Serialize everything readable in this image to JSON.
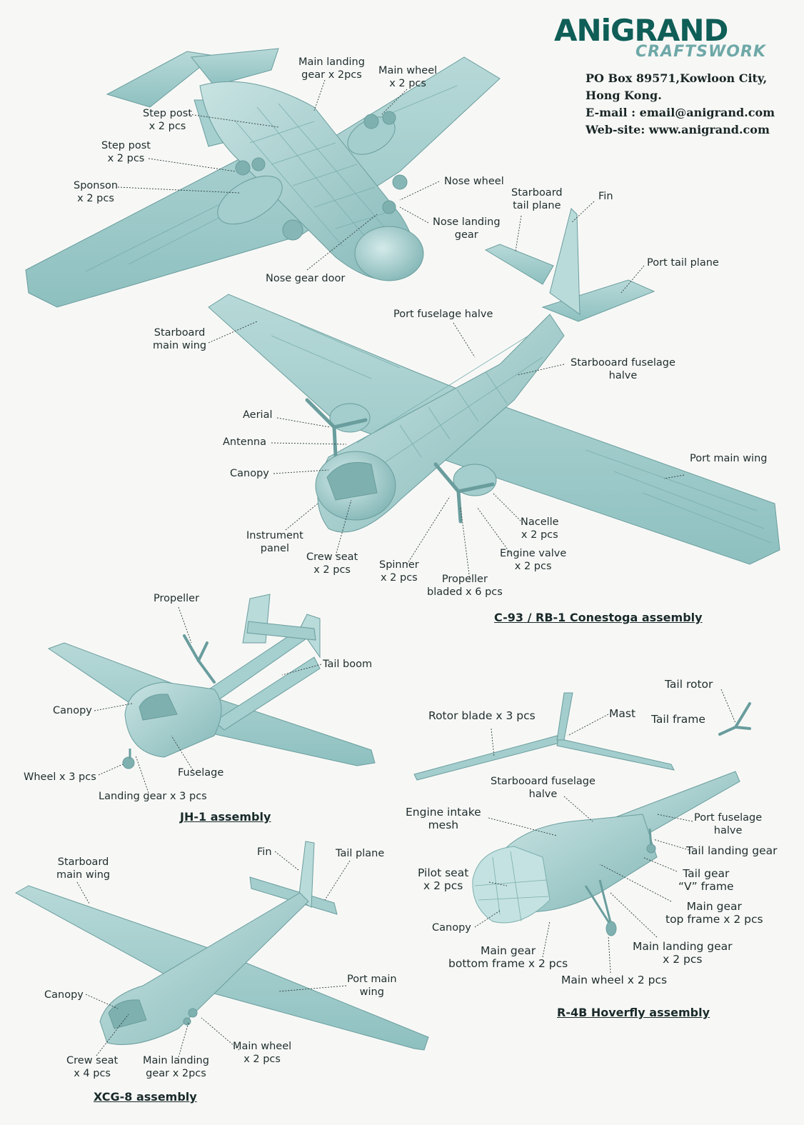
{
  "header": {
    "brand": "ANiGRAND",
    "brand_sub": "CRAFTSWORK",
    "contact": [
      "PO Box 89571,Kowloon City,",
      "Hong Kong.",
      "E-mail : email@anigrand.com",
      "Web-site: www.anigrand.com"
    ]
  },
  "colors": {
    "model_fill": "#9cc9c9",
    "model_light": "#c4e0df",
    "model_dark": "#6ea6a6",
    "leader": "#2b3a3a",
    "brand": "#0f5e57"
  },
  "assemblies": {
    "conestoga": {
      "title": "C-93 / RB-1 Conestoga assembly",
      "labels": {
        "main_landing_gear": "Main landing\ngear x 2pcs",
        "main_wheel": "Main wheel\nx 2 pcs",
        "step_post_1": "Step post\nx 2 pcs",
        "step_post_2": "Step post\nx 2 pcs",
        "sponson": "Sponson\nx 2 pcs",
        "nose_wheel": "Nose wheel",
        "nose_landing_gear": "Nose landing\ngear",
        "nose_gear_door": "Nose gear door",
        "starboard_tail_plane": "Starboard\ntail plane",
        "fin": "Fin",
        "port_tail_plane": "Port tail plane",
        "starboard_main_wing": "Starboard\nmain wing",
        "port_fuselage_halve": "Port fuselage halve",
        "starboard_fuselage_halve": "Starbooard fuselage\nhalve",
        "aerial": "Aerial",
        "antenna": "Antenna",
        "canopy": "Canopy",
        "port_main_wing": "Port main wing",
        "instrument_panel": "Instrument\npanel",
        "crew_seat": "Crew seat\nx 2 pcs",
        "spinner": "Spinner\nx 2 pcs",
        "propeller": "Propeller\nbladed x 6 pcs",
        "engine_valve": "Engine valve\nx 2 pcs",
        "nacelle": "Nacelle\nx 2 pcs"
      }
    },
    "jh1": {
      "title": "JH-1 assembly",
      "labels": {
        "propeller": "Propeller",
        "tail_boom": "Tail boom",
        "canopy": "Canopy",
        "wheel": "Wheel x 3 pcs",
        "fuselage": "Fuselage",
        "landing_gear": "Landing gear x 3 pcs"
      }
    },
    "hoverfly": {
      "title": "R-4B Hoverfly assembly",
      "labels": {
        "tail_rotor": "Tail rotor",
        "rotor_blade": "Rotor blade x 3 pcs",
        "mast": "Mast",
        "tail_frame": "Tail frame",
        "starboard_fuselage_halve": "Starbooard fuselage\nhalve",
        "engine_intake_mesh": "Engine intake\nmesh",
        "port_fuselage_halve": "Port fuselage\nhalve",
        "tail_landing_gear": "Tail landing gear",
        "pilot_seat": "Pilot seat\nx 2 pcs",
        "tail_gear_v_frame": "Tail gear\n“V” frame",
        "main_gear_top_frame": "Main gear\ntop frame x 2 pcs",
        "canopy": "Canopy",
        "main_landing_gear": "Main landing gear\nx 2 pcs",
        "main_gear_bottom_frame": "Main gear\nbottom frame x 2 pcs",
        "main_wheel": "Main wheel x 2 pcs"
      }
    },
    "xcg8": {
      "title": "XCG-8 assembly",
      "labels": {
        "starboard_main_wing": "Starboard\nmain wing",
        "fin": "Fin",
        "tail_plane": "Tail plane",
        "port_main_wing": "Port main\nwing",
        "canopy": "Canopy",
        "main_wheel": "Main wheel\nx 2 pcs",
        "crew_seat": "Crew seat\nx 4 pcs",
        "main_landing_gear": "Main landing\ngear x 2pcs"
      }
    }
  }
}
